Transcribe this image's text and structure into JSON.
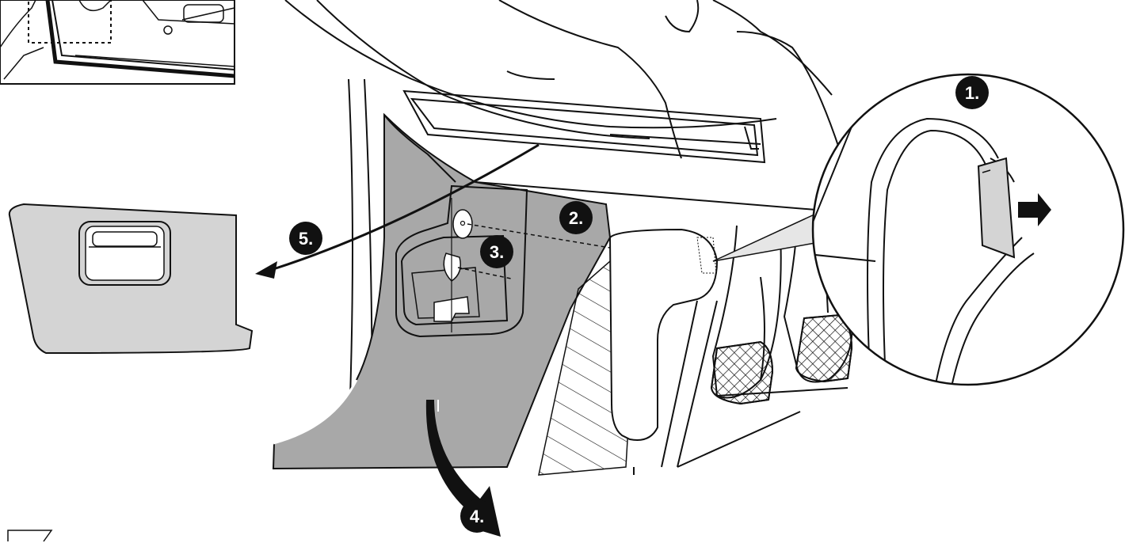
{
  "steps": [
    {
      "label": "1."
    },
    {
      "label": "2."
    },
    {
      "label": "3."
    },
    {
      "label": "4."
    },
    {
      "label": "5."
    }
  ],
  "colors": {
    "line": "#111111",
    "panel_fill": "#a8a8a8",
    "light_fill": "#d4d4d4",
    "badge": "#111111",
    "badge_text": "#ffffff"
  },
  "icons": [
    "arrow-right-icon",
    "curved-arrow-icon",
    "inset-thumbnail",
    "magnifier-circle"
  ]
}
